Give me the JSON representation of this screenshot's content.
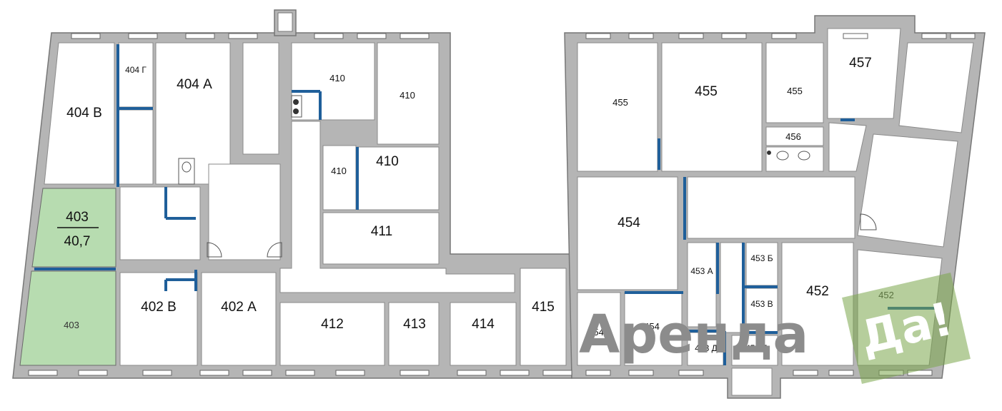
{
  "plan": {
    "rooms": [
      {
        "id": "404v",
        "label": "404 В"
      },
      {
        "id": "404g",
        "label": "404 Г"
      },
      {
        "id": "404a",
        "label": "404 А"
      },
      {
        "id": "410a",
        "label": "410"
      },
      {
        "id": "410b",
        "label": "410"
      },
      {
        "id": "410c",
        "label": "410"
      },
      {
        "id": "410d",
        "label": "410"
      },
      {
        "id": "411",
        "label": "411"
      },
      {
        "id": "403a",
        "label": "403"
      },
      {
        "id": "403a_area",
        "label": "40,7"
      },
      {
        "id": "403b",
        "label": "403"
      },
      {
        "id": "402v",
        "label": "402 В"
      },
      {
        "id": "402a",
        "label": "402 А"
      },
      {
        "id": "412",
        "label": "412"
      },
      {
        "id": "413",
        "label": "413"
      },
      {
        "id": "414",
        "label": "414"
      },
      {
        "id": "415",
        "label": "415"
      },
      {
        "id": "455a",
        "label": "455"
      },
      {
        "id": "455b",
        "label": "455"
      },
      {
        "id": "455c",
        "label": "455"
      },
      {
        "id": "456",
        "label": "456"
      },
      {
        "id": "457",
        "label": "457"
      },
      {
        "id": "454a",
        "label": "454"
      },
      {
        "id": "454b",
        "label": "454"
      },
      {
        "id": "454c",
        "label": "454"
      },
      {
        "id": "453a",
        "label": "453 А"
      },
      {
        "id": "453b",
        "label": "453 Б"
      },
      {
        "id": "453v",
        "label": "453 В"
      },
      {
        "id": "453d",
        "label": "453 Д"
      },
      {
        "id": "453g",
        "label": "453 Г"
      },
      {
        "id": "452a",
        "label": "452"
      },
      {
        "id": "452b",
        "label": "452"
      }
    ],
    "highlight_color": "#b7dcb0",
    "wall_color": "#b5b5b5",
    "partition_color": "#1f5f9a"
  },
  "watermark": {
    "text": "Аренда",
    "box_text": "Да!",
    "box_color": "#7aa64a"
  }
}
